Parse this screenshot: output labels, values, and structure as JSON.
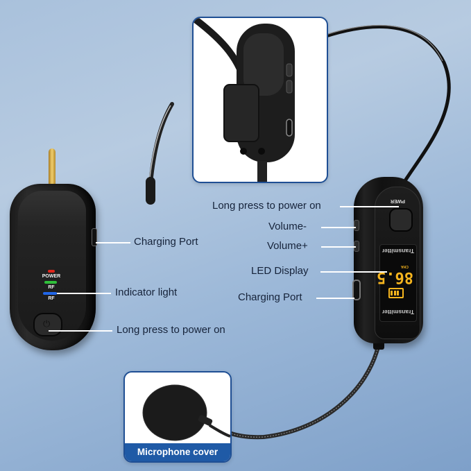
{
  "colors": {
    "background_top": "#b7cbe1",
    "background_bottom": "#7ea0c9",
    "label_text": "#16233a",
    "leader_line": "#ffffff",
    "inset_border": "#1f4f94",
    "caption_bg": "#1f5aa6",
    "led_display": "#f6b51e",
    "led_power": "#e0261c",
    "led_rf_green": "#2fbf3a",
    "led_rf_blue": "#2166e8"
  },
  "receiver": {
    "labels": {
      "charging_port": "Charging Port",
      "indicator_light": "Indicator light",
      "power_button": "Long press to power on"
    },
    "indicator_texts": {
      "power": "POWER",
      "rf1": "RF",
      "rf2": "RF"
    },
    "icons": {
      "power": "power-icon",
      "jack": "audio-jack-icon"
    }
  },
  "transmitter": {
    "labels": {
      "power_button": "Long press to power on",
      "volume_down": "Volume-",
      "volume_up": "Volume+",
      "led_display": "LED Display",
      "charging_port": "Charging Port"
    },
    "device_text": {
      "power_label": "PWER",
      "brand_top": "Transmitter",
      "brand_bottom": "Transmitter",
      "frequency": "86.5",
      "channel_label": "CHA"
    }
  },
  "insets": {
    "headset_clip": {
      "caption": ""
    },
    "microphone_cover": {
      "caption": "Microphone cover"
    }
  }
}
